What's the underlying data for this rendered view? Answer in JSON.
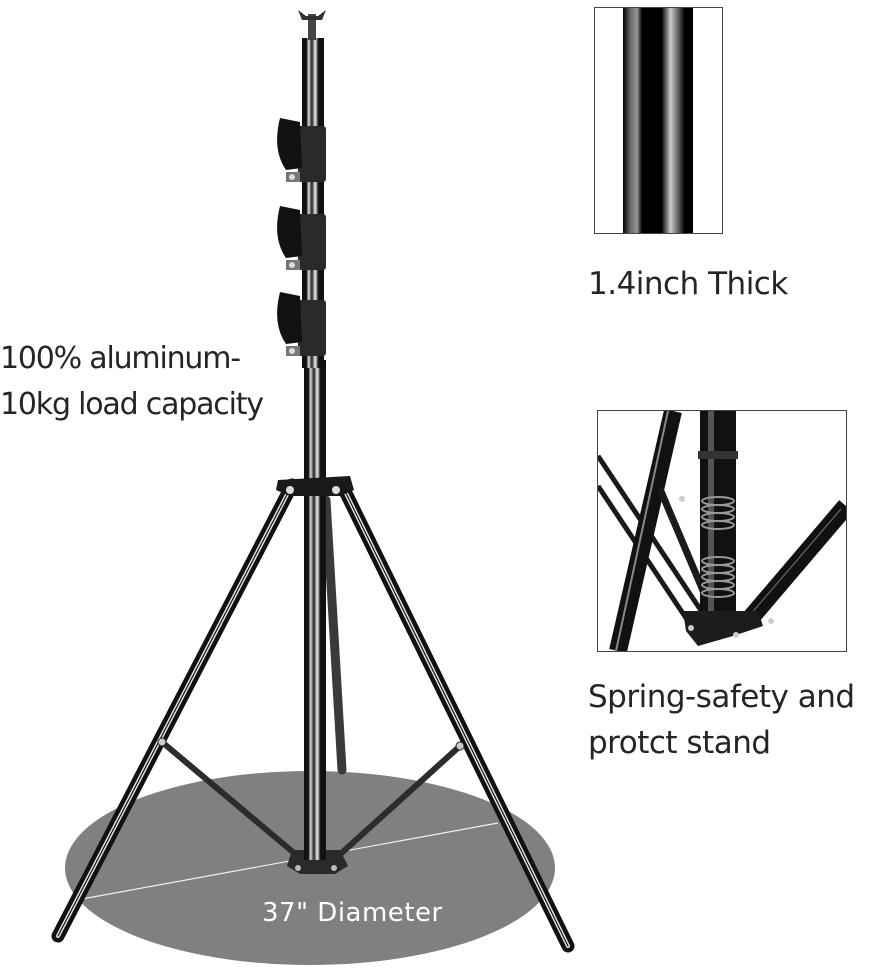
{
  "main_image": {
    "subject": "light-stand-tripod",
    "diameter_label": "37\" Diameter",
    "base_disc_color": "#808080",
    "pole_color": "#1a1a1a"
  },
  "captions": {
    "material_line1": "100% aluminum-",
    "material_line2": "10kg load capacity",
    "thickness": "1.4inch Thick",
    "spring_line1": "Spring-safety and",
    "spring_line2": "protct stand"
  },
  "insets": [
    {
      "name": "tube-thickness-closeup",
      "border_color": "#444444"
    },
    {
      "name": "spring-safety-closeup",
      "border_color": "#444444"
    }
  ]
}
